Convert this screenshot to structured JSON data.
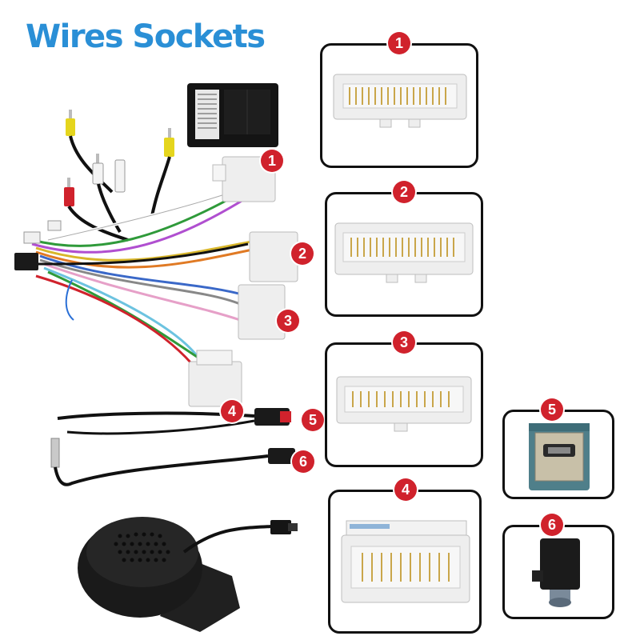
{
  "title": "Wires Sockets",
  "colors": {
    "title": "#2a8fd6",
    "badge": "#d0222c",
    "plastic": "#eeeeee"
  },
  "left_badges": [
    "1",
    "2",
    "3",
    "4",
    "5",
    "6"
  ],
  "panels": [
    {
      "number": "1",
      "name": "connector-1-panel"
    },
    {
      "number": "2",
      "name": "connector-2-panel"
    },
    {
      "number": "3",
      "name": "connector-3-panel"
    },
    {
      "number": "4",
      "name": "connector-4-panel"
    },
    {
      "number": "5",
      "name": "connector-5-panel"
    },
    {
      "number": "6",
      "name": "connector-6-panel"
    }
  ]
}
